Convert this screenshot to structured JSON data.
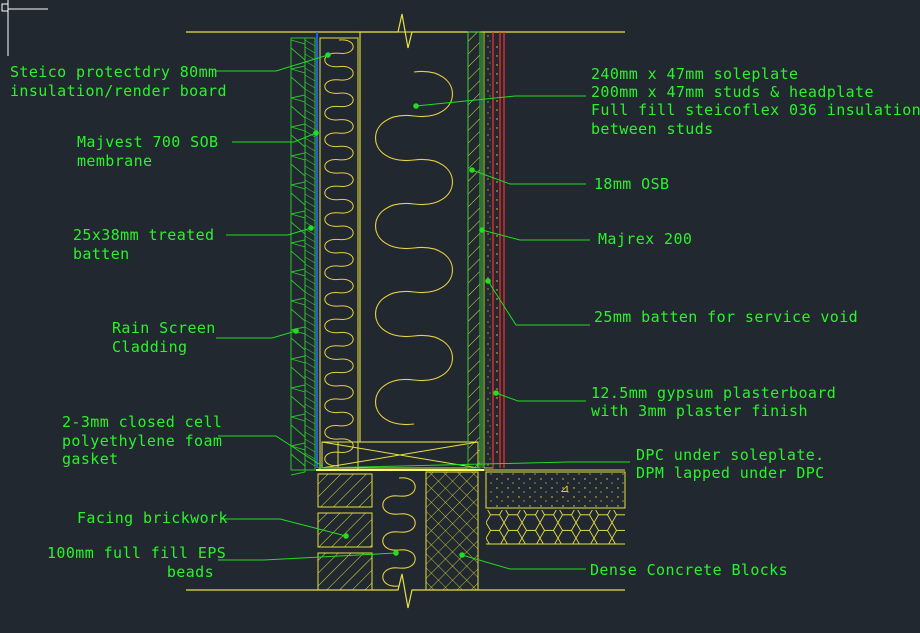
{
  "colors": {
    "background": "#212830",
    "annotation": "#22dd22",
    "timber": "#e8e040",
    "insulation": "#e8d040",
    "membrane": "#2a6cff",
    "plaster": "#ff3030",
    "cladding": "#30c030",
    "ucs": "#ffffff"
  },
  "labels": {
    "steico_1": "Steico protectdry 80mm",
    "steico_2": "insulation/render board",
    "majvest_1": "Majvest 700 SOB",
    "majvest_2": "membrane",
    "batten_1": "25x38mm treated",
    "batten_2": "batten",
    "rain_1": "Rain Screen",
    "rain_2": "Cladding",
    "foam_1": "2-3mm closed cell",
    "foam_2": "polyethylene foam",
    "foam_3": "gasket",
    "facing": "Facing brickwork",
    "eps_1": "100mm full fill EPS",
    "eps_2": "beads",
    "soleplate_1": "240mm x 47mm soleplate",
    "soleplate_2": "200mm x 47mm studs & headplate",
    "soleplate_3": "Full fill steicoflex 036 insulation",
    "soleplate_4": "between studs",
    "osb": "18mm OSB",
    "majrex": "Majrex 200",
    "service": "25mm batten for service void",
    "gypsum_1": "12.5mm gypsum plasterboard",
    "gypsum_2": "with 3mm plaster finish",
    "dpc_1": "DPC under soleplate.",
    "dpc_2": "DPM lapped under DPC",
    "blocks": "Dense Concrete Blocks"
  }
}
